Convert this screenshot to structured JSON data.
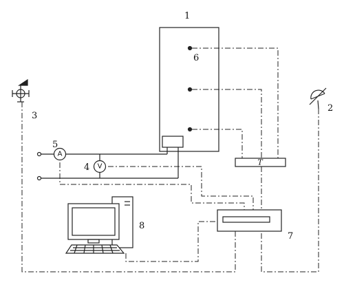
{
  "labels": {
    "n1": "1",
    "n2": "2",
    "n3": "3",
    "n4": "4",
    "n5": "5",
    "n6": "6",
    "n7": "7",
    "n8": "8"
  },
  "ammeter_symbol": "A",
  "voltmeter_symbol": "V",
  "thermometer_symbol": "T",
  "icons": {
    "left_sensor": "anemometer-icon",
    "right_sensor": "pyranometer-icon",
    "computer": "desktop-computer-icon"
  },
  "colors": {
    "line": "#222222"
  }
}
